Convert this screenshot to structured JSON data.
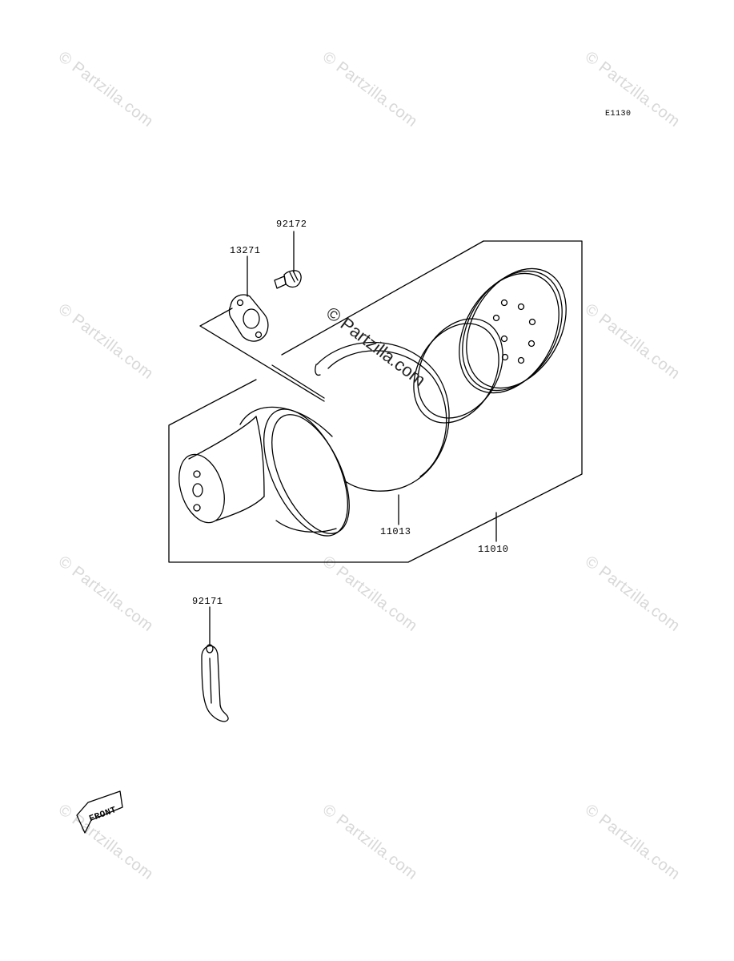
{
  "diagram": {
    "code": "E1130",
    "parts": {
      "p92172": "92172",
      "p13271": "13271",
      "p11013": "11013",
      "p11010": "11010",
      "p92171": "92171"
    },
    "front_badge": "FRONT"
  },
  "watermark": {
    "text": "© Partzilla.com"
  }
}
